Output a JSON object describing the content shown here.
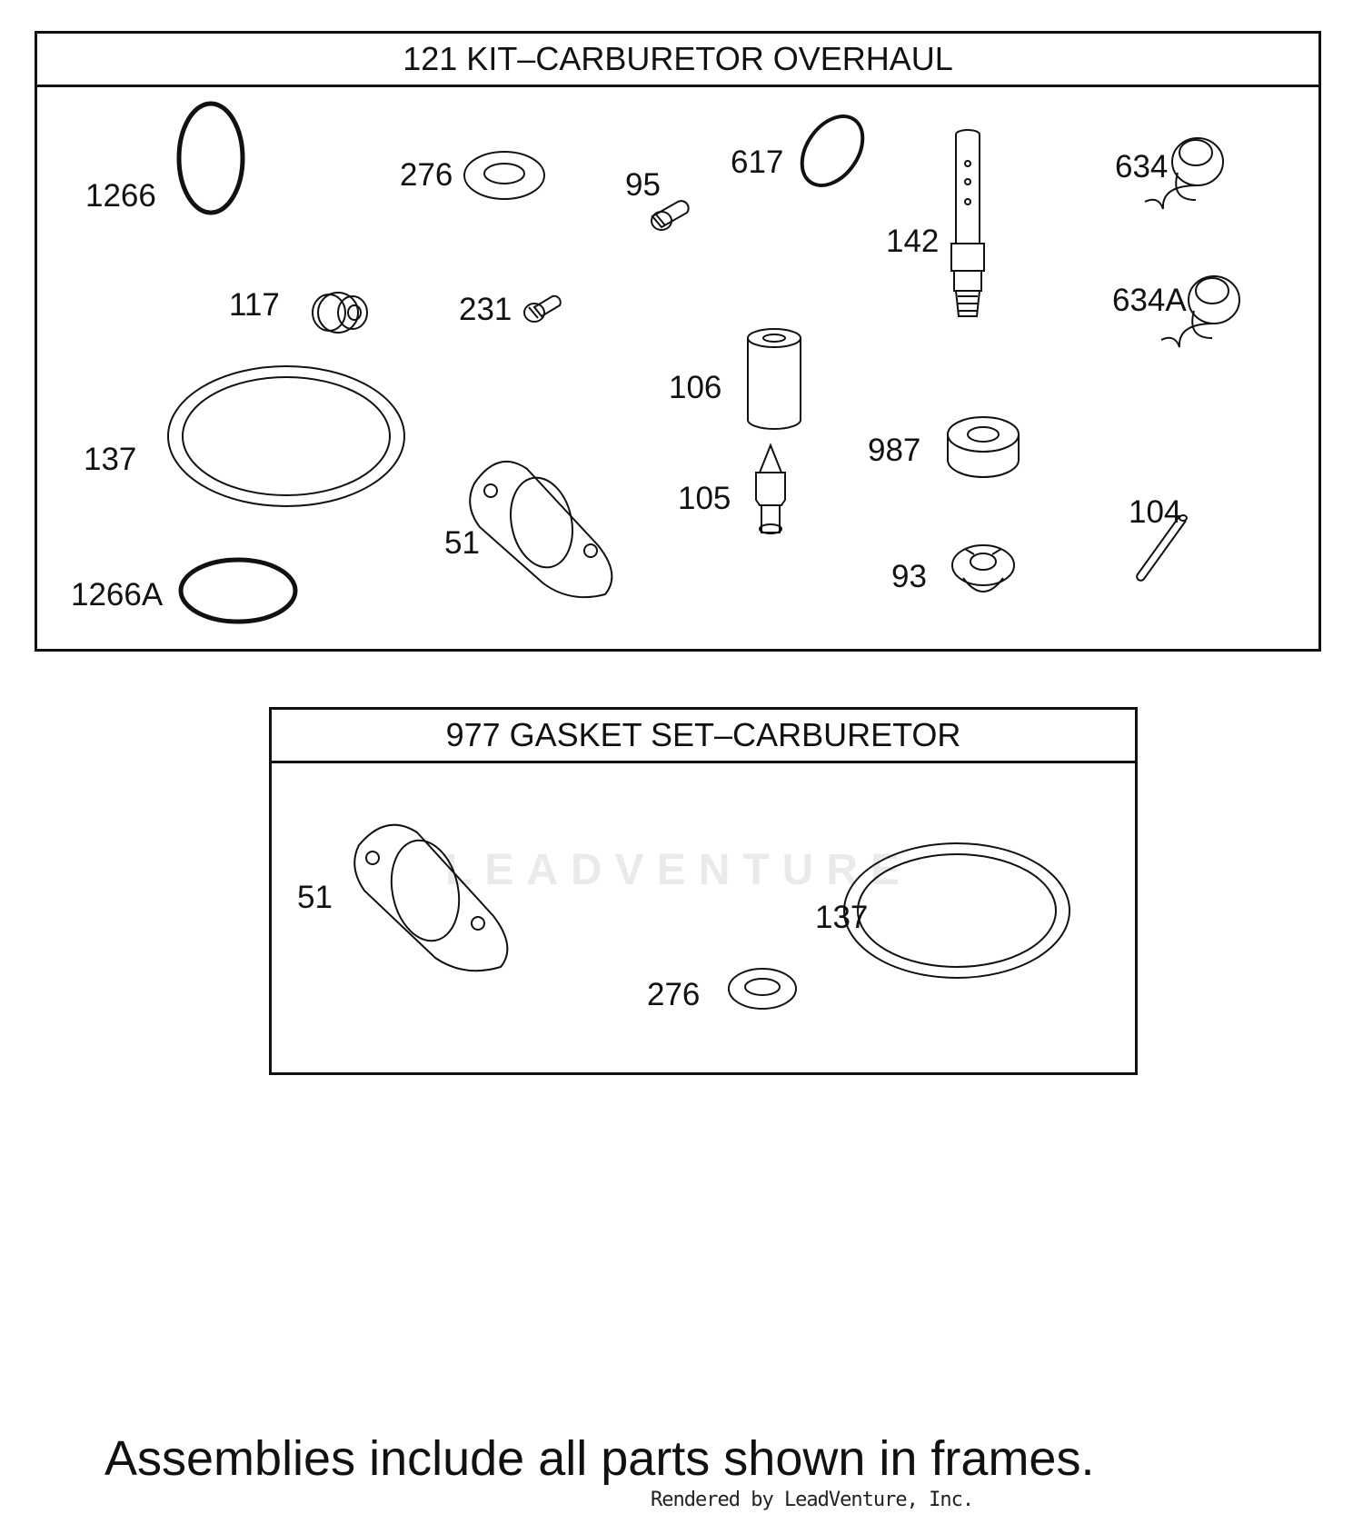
{
  "kit_overhaul": {
    "title": "121 KIT–CARBURETOR OVERHAUL",
    "callouts": {
      "c1266": "1266",
      "c276": "276",
      "c95": "95",
      "c617": "617",
      "c142": "142",
      "c634": "634",
      "c634a": "634A",
      "c117": "117",
      "c231": "231",
      "c106": "106",
      "c137": "137",
      "c987": "987",
      "c105": "105",
      "c104": "104",
      "c51": "51",
      "c93": "93",
      "c1266a": "1266A"
    }
  },
  "gasket_set": {
    "title": "977 GASKET SET–CARBURETOR",
    "callouts": {
      "c51": "51",
      "c137": "137",
      "c276": "276"
    }
  },
  "footnote": "Assemblies include all parts shown in frames.",
  "rendered_by": "Rendered by LeadVenture, Inc.",
  "watermark": "LEADVENTURE",
  "colors": {
    "line": "#111111",
    "background": "#ffffff"
  }
}
